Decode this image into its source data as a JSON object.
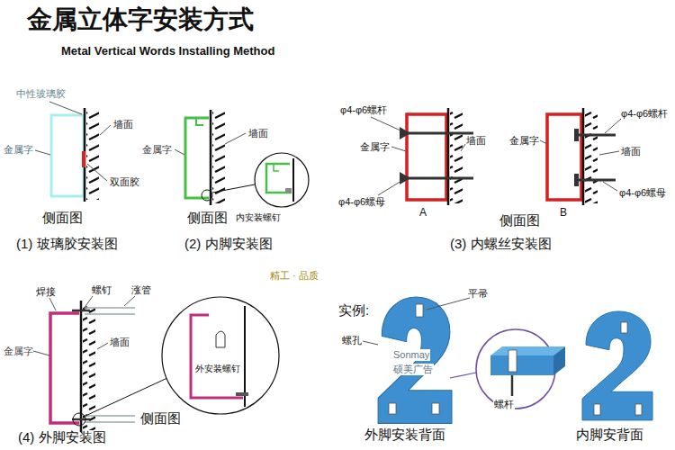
{
  "diagram": {
    "title": "金属立体字安装方式",
    "labels": [
      "Metal Vertical Words Installing Method",
      "中性玻璃胶",
      "金属字",
      "墙面",
      "双面胶",
      "侧面图",
      "(1) 玻璃胶安装图",
      "金属字",
      "墙面",
      "侧面图",
      "内安装螺钉",
      "(2) 内脚安装图",
      "φ4-φ6螺杆",
      "金属字",
      "墙面",
      "φ4-φ6螺母",
      "A",
      "侧面图",
      "(3) 内螺丝安装图",
      "金属字",
      "φ4-φ6螺杆",
      "墙面",
      "φ4-φ6螺母",
      "B",
      "焊接",
      "螺钉",
      "涨管",
      "金属字",
      "墙面",
      "侧面图",
      "外安装螺钉",
      "(4) 外脚安装图",
      "实例:",
      "平帚",
      "螺孔",
      "螺杆",
      "外脚安装背面",
      "内脚安背面",
      "Sonmay",
      "硕美广告",
      "精工 · 品质"
    ]
  }
}
